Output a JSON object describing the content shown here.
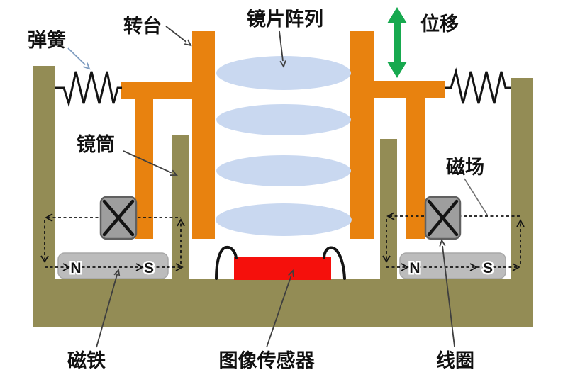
{
  "labels": {
    "spring": "弹簧",
    "turntable": "转台",
    "lens_array": "镜片阵列",
    "displacement": "位移",
    "lens_barrel": "镜筒",
    "magnetic_field": "磁场",
    "magnet": "磁铁",
    "image_sensor": "图像传感器",
    "coil": "线圈"
  },
  "magnet_poles": {
    "north": "N",
    "south": "S"
  },
  "colors": {
    "housing": "#938C55",
    "actuator_orange": "#E8820F",
    "lens_blue": "#C9D8F0",
    "sensor_red": "#F5100C",
    "coil_gray": "#9E9E9E",
    "coil_border": "#606060",
    "magnet_gray": "#BCBCBC",
    "displacement_green": "#17A94F",
    "line_black": "#141414",
    "label_text": "#111111",
    "pointer_dark": "#3F3F3F",
    "pointer_blue": "#7E9CC0",
    "pointer_gray": "#6E6E6E"
  }
}
